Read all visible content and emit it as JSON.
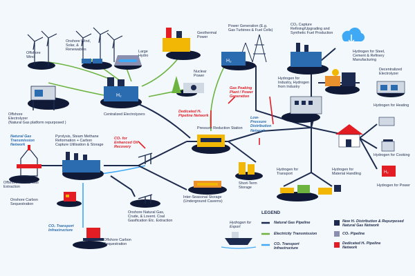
{
  "labels": {
    "offshore_wind": "Offshore\nWind",
    "onshore_wind": "Onshore Wind,\nSolar, &\nRenewables",
    "large_hydro": "Large\nHydro",
    "geothermal": "Geothermal\nPower",
    "nuclear": "Nuclear\nPower",
    "centralized_electrolyzers": "Centralized Electrolyzers",
    "offshore_electrolyzer": "Offshore\nElectrolyzer\n(Natural Gas platform repurposed )",
    "power_generation": "Power Generation (E.g.\nGas Turbines & Fuel Cells)",
    "co2_capture": "CO₂ Capture\nRefining/Upgrading and\nSynthetic Fuel Production",
    "h2_steel": "Hydrogen for Steel,\nCement & Refinery\nManufacturing",
    "decentralized_electrolyzer": "Decentralized\nElectrolyzer",
    "h2_from_industry": "Hydrogen for\nIndustry, Hydrogen\nfrom Industry",
    "gas_peaking": "Gas Peaking\nPlant / Power\nGeneration",
    "dedicated_pipeline": "Dedicated H₂\nPipeline Network",
    "low_pressure": "Low-Pressure\nDistribution\nNetwork",
    "pressure_reduction": "Pressure Reduction Station",
    "h2_heating": "Hydrogen for Heating",
    "h2_cooking": "Hydrogen for Cooking",
    "h2_power": "Hydrogen for Power",
    "ng_transmission": "Natural Gas\nTransmission\nNetwork",
    "pyrolysis": "Pyrolysis, Steam Methane\nReformation + Carbon\nCapture Utilisation & Storage",
    "co2_eor": "CO₂ for\nEnhanced Oil\nRecovery",
    "offshore_ng": "Offshore Natural Gas\nExtraction",
    "onshore_carbon": "Onshore Carbon\nSequestration",
    "short_term": "Short-Term\nStorage",
    "h2_transport": "Hydrogen for\nTransport",
    "h2_material": "Hydrogen for\nMaterial Handling",
    "onshore_ng": "Onshore Natural Gas,\nCrude, & Lovent. Coal\nGasification Etc. Extraction",
    "inter_seasonal": "Inter-Seasonal Storage\n(Underground Caverns)",
    "co2_transport": "CO₂ Transport\nInfrastructure",
    "offshore_carbon": "Offshore Carbon\nSequestration",
    "h2_export": "Hydrogen for\nExport"
  },
  "legend": {
    "title": "LEGEND",
    "items": [
      {
        "label": "Natural Gas Pipeline",
        "color": "#1b2a4e",
        "kind": "line"
      },
      {
        "label": "Electricity Transmission",
        "color": "#6cb33f",
        "kind": "line"
      },
      {
        "label": "CO₂ Transport\nInfrastructure",
        "color": "#3fa9f5",
        "kind": "line"
      },
      {
        "label": "New H₂ Distribution & Repurposed\nNatural Gas Network",
        "color": "#1b2a4e",
        "kind": "box"
      },
      {
        "label": "CO₂ Pipeline",
        "color": "#8a8fb0",
        "kind": "box"
      },
      {
        "label": "Dedicated H₂ Pipeline\nNetwork",
        "color": "#e31d24",
        "kind": "box"
      }
    ]
  },
  "icons": [
    "wind-turbine-icon",
    "solar-panel-icon",
    "dam-icon",
    "factory-icon",
    "pylon-icon",
    "nuclear-plant-icon",
    "oil-rig-icon",
    "pumpjack-icon",
    "house-icon",
    "car-icon",
    "truck-icon",
    "ship-icon",
    "cloud-icon",
    "tank-icon"
  ],
  "colors": {
    "navy": "#1b2a4e",
    "green": "#6cb33f",
    "co2": "#3fa9f5",
    "red": "#e31d24",
    "node": "#101a36"
  }
}
